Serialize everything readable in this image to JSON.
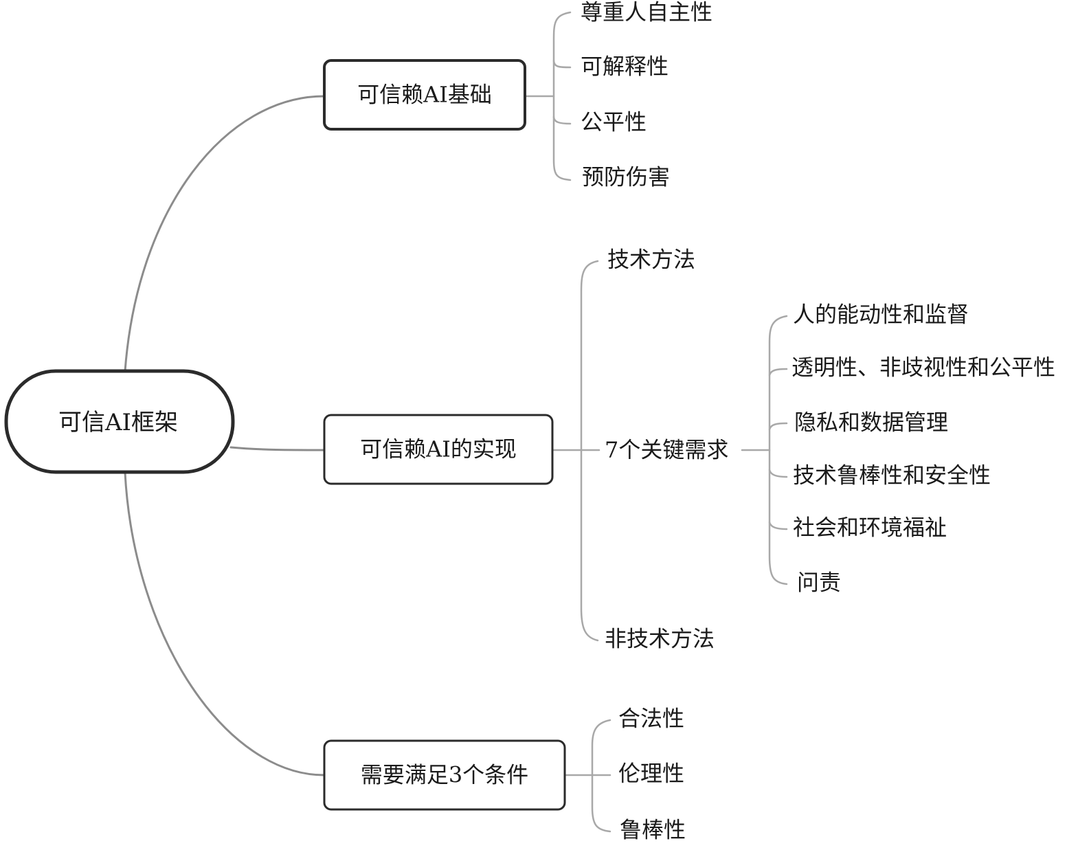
{
  "root": {
    "label": "可信AI框架"
  },
  "branches": [
    {
      "label": "可信赖AI基础",
      "children": [
        {
          "label": "尊重人自主性"
        },
        {
          "label": "可解释性"
        },
        {
          "label": "公平性"
        },
        {
          "label": "预防伤害"
        }
      ]
    },
    {
      "label": "可信赖AI的实现",
      "children": [
        {
          "label": "技术方法"
        },
        {
          "label": "7个关键需求",
          "children": [
            {
              "label": "人的能动性和监督"
            },
            {
              "label": "透明性、非歧视性和公平性"
            },
            {
              "label": "隐私和数据管理"
            },
            {
              "label": "技术鲁棒性和安全性"
            },
            {
              "label": "社会和环境福祉"
            },
            {
              "label": "问责"
            }
          ]
        },
        {
          "label": "非技术方法"
        }
      ]
    },
    {
      "label": "需要满足3个条件",
      "children": [
        {
          "label": "合法性"
        },
        {
          "label": "伦理性"
        },
        {
          "label": "鲁棒性"
        }
      ]
    }
  ]
}
